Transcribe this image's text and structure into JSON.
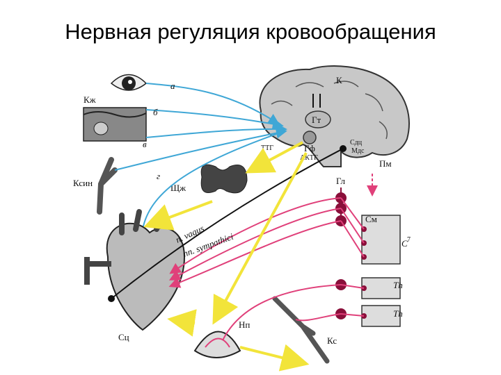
{
  "title": "Нервная регуляция кровообращения",
  "colors": {
    "afferent": "#3fa7d6",
    "efferent_sympathetic": "#e0407a",
    "hormonal": "#f2e43a",
    "vagus": "#111111",
    "organ_fill": "#c8c8c8",
    "organ_stroke": "#333333"
  },
  "labels": {
    "cortex": "К",
    "hypothalamus": "Гт",
    "pituitary": "Гф",
    "actg": "АКТГ",
    "ttg": "ТТГ",
    "vasomotor_center": "Сдц",
    "vasomotor_center_2": "Мдс",
    "medulla": "Пм",
    "skin": "Кж",
    "vessel_sinus": "Ксин",
    "thyroid": "Щж",
    "sympathetic_ganglia": "Гл",
    "spinal_cord": "См",
    "c_segment": "С",
    "c_segment_sup": "7",
    "th_segment_1": "Th",
    "th_segment_2": "Th",
    "vagus_nerve": "n. vagus",
    "sympathetic_nerve": "nn. sympathici",
    "heart": "Сц",
    "adrenal": "Нп",
    "vessel": "Кс",
    "path_a": "а",
    "path_b": "б",
    "path_v": "в",
    "path_g": "г"
  }
}
